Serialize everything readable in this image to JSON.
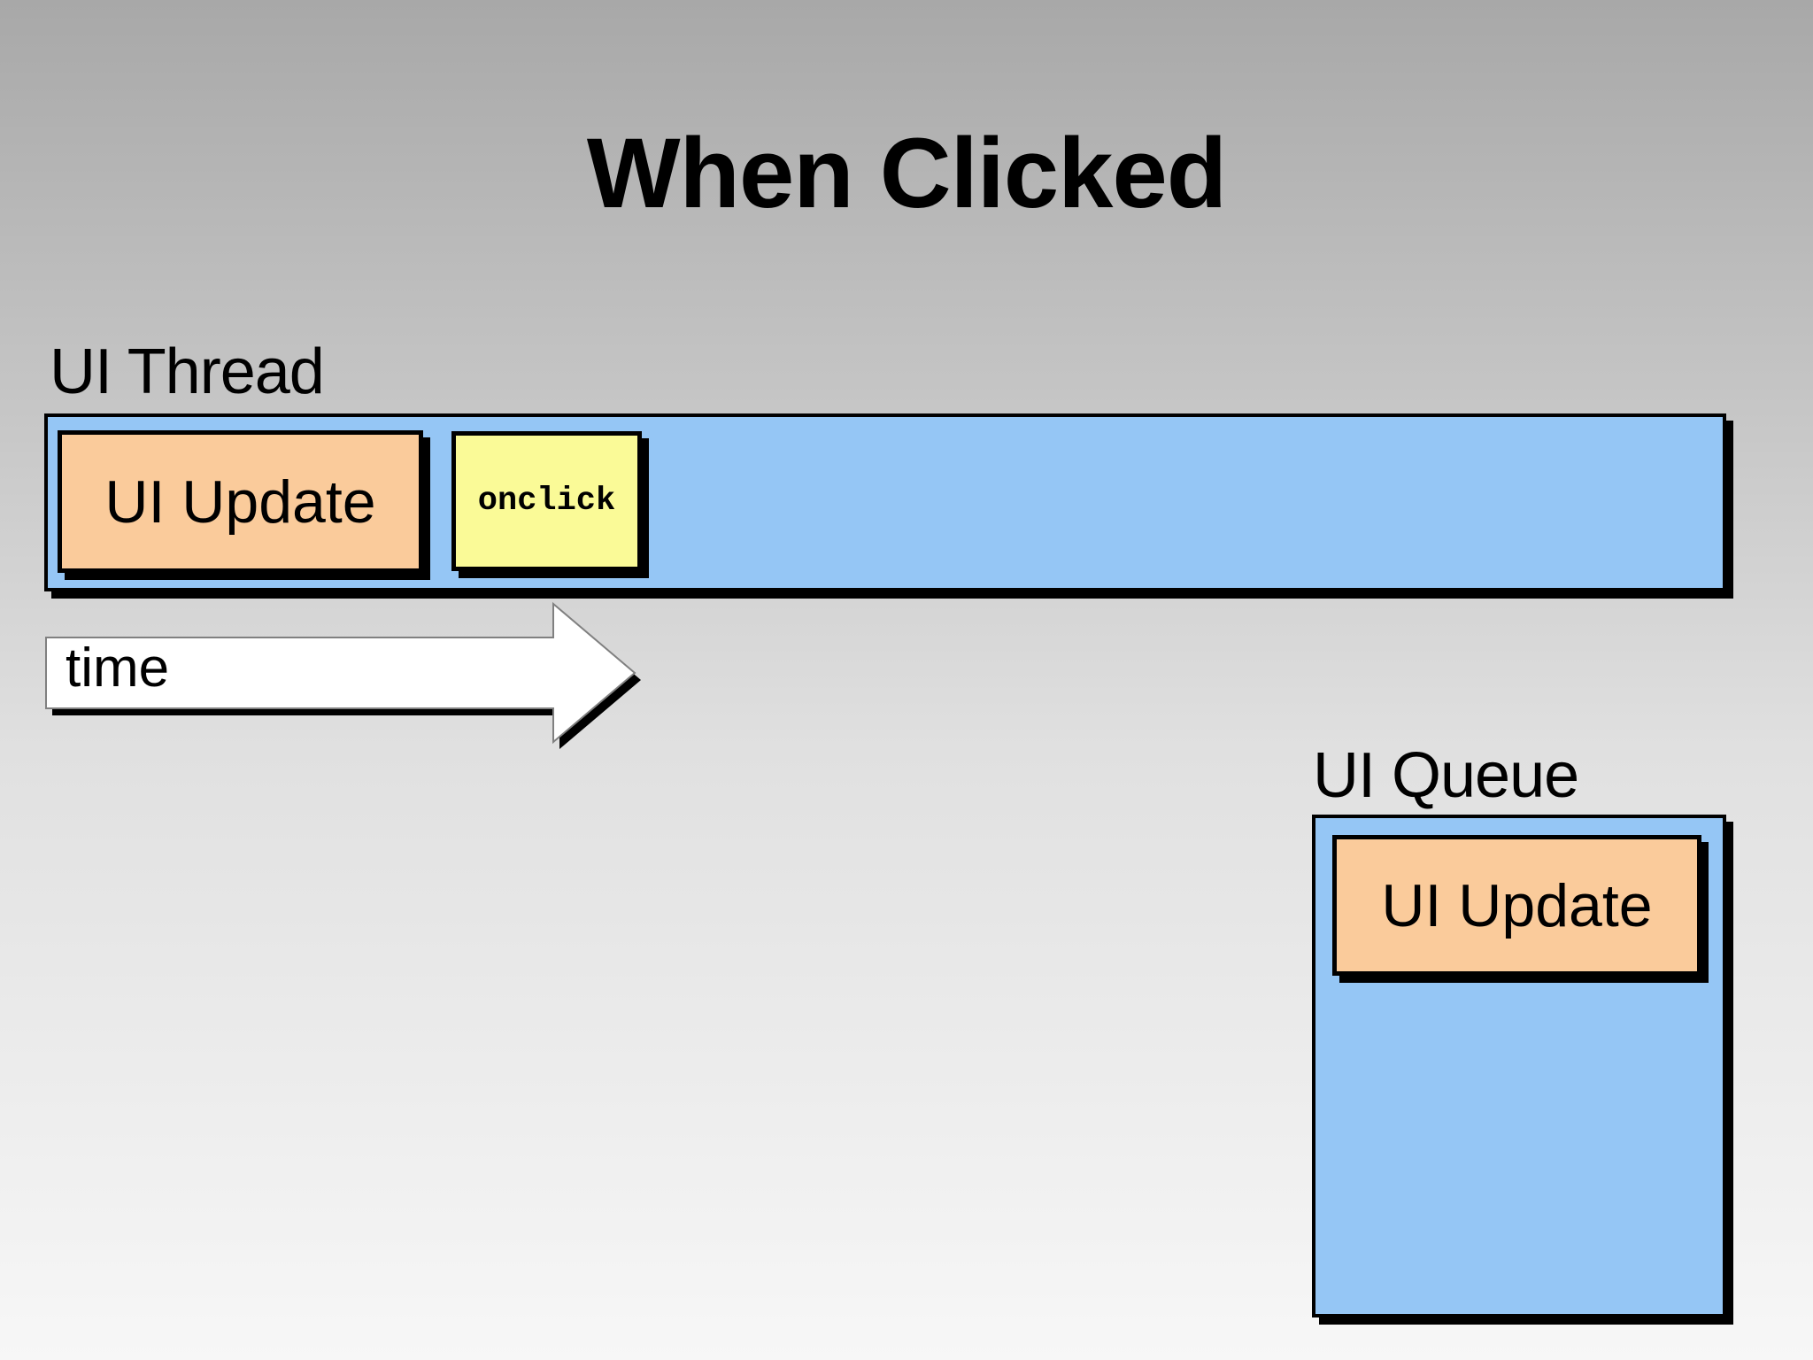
{
  "slide": {
    "title": "When Clicked"
  },
  "ui_thread": {
    "label": "UI Thread",
    "tasks": [
      {
        "label": "UI Update"
      },
      {
        "label": "onclick"
      }
    ]
  },
  "time_arrow": {
    "label": "time"
  },
  "ui_queue": {
    "label": "UI Queue",
    "items": [
      {
        "label": "UI Update"
      }
    ]
  },
  "colors": {
    "bg_top": "#a8a8a8",
    "bg_bottom": "#f7f7f7",
    "container_fill": "#95c6f5",
    "task_fill": "#facb9b",
    "handler_fill": "#fafa97",
    "outline": "#000000",
    "arrow_fill": "#ffffff",
    "text": "#000000"
  }
}
